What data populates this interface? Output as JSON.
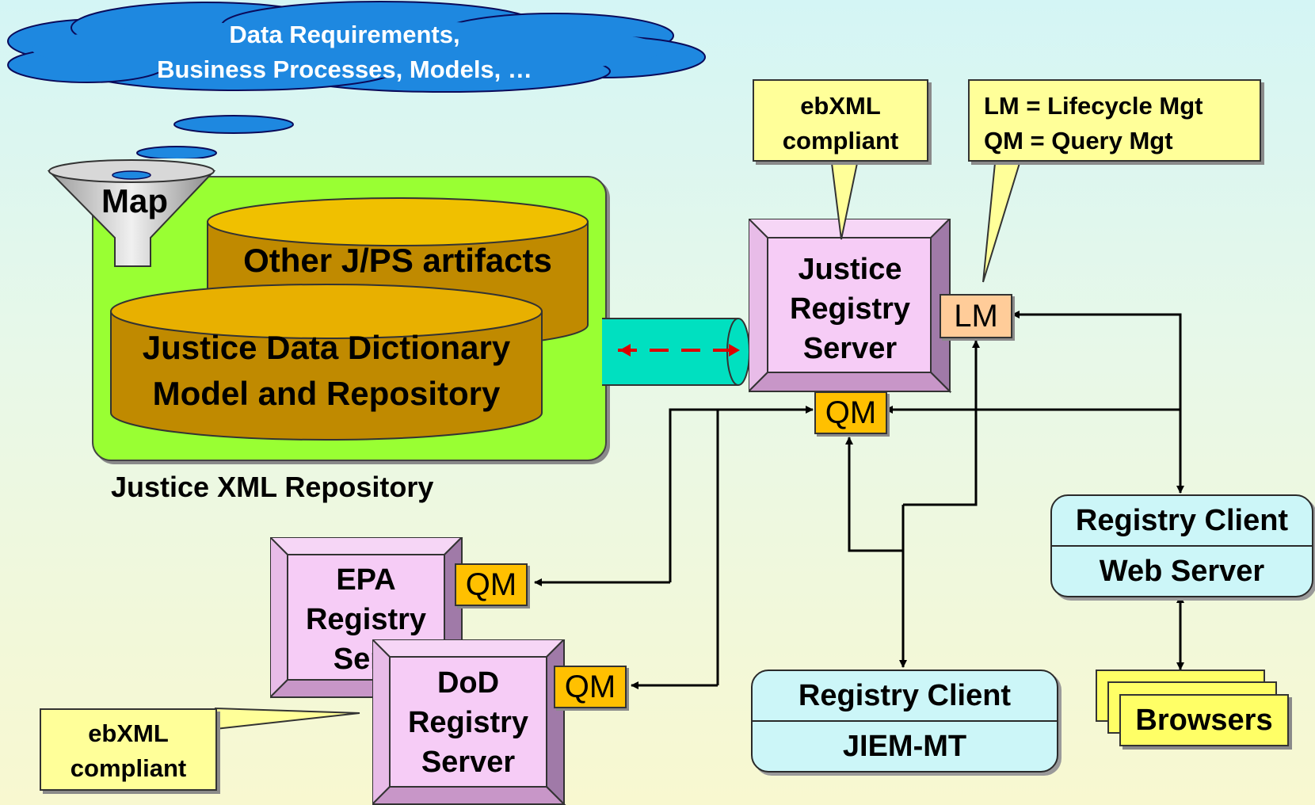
{
  "cloud": {
    "line1": "Data Requirements,",
    "line2": "Business Processes, Models, …"
  },
  "funnel": {
    "label": "Map"
  },
  "repository": {
    "caption": "Justice XML Repository",
    "back_cylinder": "Other J/PS artifacts",
    "front_cylinder_line1": "Justice Data Dictionary",
    "front_cylinder_line2": "Model and Repository"
  },
  "callouts": {
    "ebxml_top": {
      "line1": "ebXML",
      "line2": "compliant"
    },
    "legend": {
      "line1": "LM = Lifecycle Mgt",
      "line2": "QM = Query Mgt"
    },
    "ebxml_bottom": {
      "line1": "ebXML",
      "line2": "compliant"
    }
  },
  "servers": {
    "justice": {
      "line1": "Justice",
      "line2": "Registry",
      "line3": "Server",
      "lm": "LM",
      "qm": "QM"
    },
    "epa": {
      "line1": "EPA",
      "line2": "Registry",
      "line3": "Serv",
      "qm": "QM"
    },
    "dod": {
      "line1": "DoD",
      "line2": "Registry",
      "line3": "Server",
      "qm": "QM"
    }
  },
  "clients": {
    "web": {
      "top": "Registry Client",
      "bottom": "Web Server"
    },
    "jiem": {
      "top": "Registry Client",
      "bottom": "JIEM-MT"
    }
  },
  "browsers": {
    "label": "Browsers"
  },
  "colors": {
    "server_face": "#f6ccf6",
    "server_frame": "#e0a8e0",
    "lm_tag": "#ffcc99",
    "qm_tag": "#ffc000",
    "callout": "#ffff99",
    "cylinder": "#e0a800",
    "repository_bg": "#99ff33",
    "pipe": "#00e0c0",
    "cloud": "#1e88e0",
    "client": "#ccf6f8"
  }
}
